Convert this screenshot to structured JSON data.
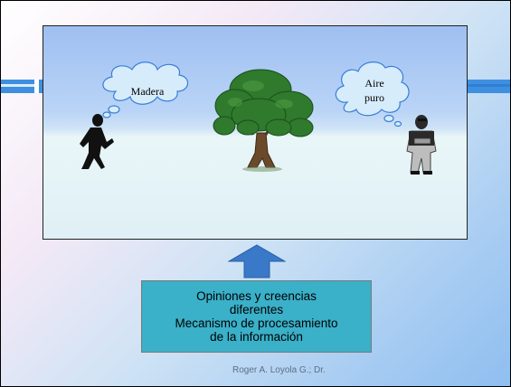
{
  "scene": {
    "bubble_left": "Madera",
    "bubble_right_line1": "Aire",
    "bubble_right_line2": "puro"
  },
  "caption": {
    "line1": "Opiniones y creencias",
    "line2": "diferentes",
    "line3": "Mecanismo de procesamiento",
    "line4": "de la información"
  },
  "footer": "Roger A. Loyola G.; Dr.",
  "colors": {
    "band": "#3f8fe0",
    "caption_box": "#3ab0c9",
    "arrow": "#3a78c8",
    "tree_foliage": "#2f7a2c",
    "tree_trunk": "#6b4a2a"
  }
}
